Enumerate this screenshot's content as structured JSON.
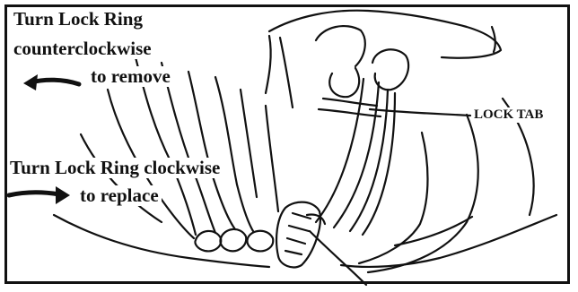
{
  "labels": {
    "remove_line1": "Turn Lock Ring",
    "remove_line2": "counterclockwise",
    "remove_line3": "to remove",
    "replace_line1": "Turn Lock Ring clockwise",
    "replace_line2": "to replace",
    "lock_tab": "LOCK TAB"
  },
  "icons": {
    "remove_arrow": "arrow-left-icon",
    "replace_arrow": "arrow-right-icon"
  },
  "colors": {
    "ink": "#111111",
    "paper": "#ffffff"
  }
}
